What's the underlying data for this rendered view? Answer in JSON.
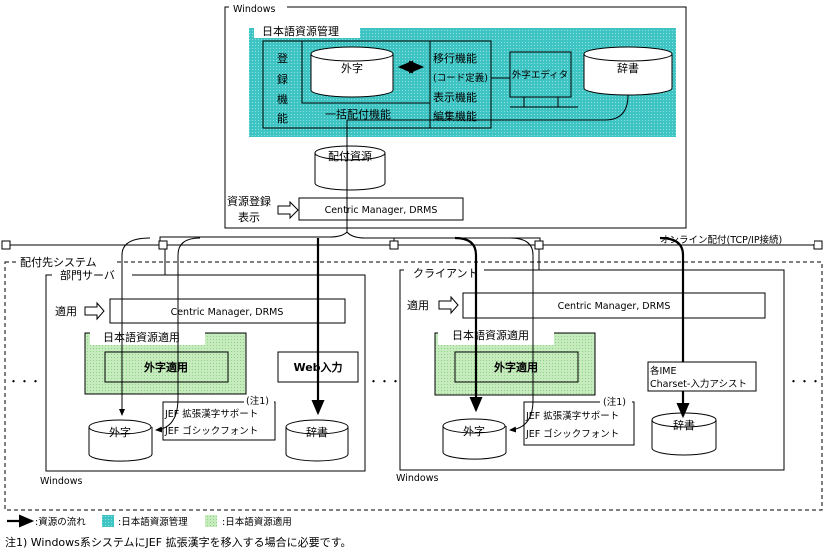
{
  "top": {
    "windows_label": "Windows",
    "mgmt_label": "日本語資源管理",
    "registration": [
      "登",
      "録",
      "機",
      "能"
    ],
    "gaiji": "外字",
    "functions": [
      "移行機能",
      "(コード定義)",
      "表示機能",
      "編集機能"
    ],
    "editor": "外字エディタ",
    "dictionary": "辞書",
    "bulk_distribution": "一括配付機能",
    "dist_resource": "配付資源",
    "register_display": [
      "資源登録",
      "表示"
    ],
    "cm": "Centric Manager, DRMS"
  },
  "network": {
    "label": "オンライン配付(TCP/IP接続)"
  },
  "destination": {
    "label": "配付先システム",
    "ellipsis": "・・・",
    "server": {
      "label": "部門サーバ",
      "apply": "適用",
      "cm": "Centric Manager, DRMS",
      "apply_region": "日本語資源適用",
      "gaiji_apply": "外字適用",
      "web_input": "Web入力",
      "note_mark": "(注1)",
      "jef_lines": [
        "JEF 拡張漢字サポート",
        "JEF ゴシックフォント"
      ],
      "gaiji": "外字",
      "dictionary": "辞書",
      "windows_label": "Windows"
    },
    "client": {
      "label": "クライアント",
      "apply": "適用",
      "cm": "Centric Manager, DRMS",
      "apply_region": "日本語資源適用",
      "gaiji_apply": "外字適用",
      "ime_lines": [
        "各IME",
        "Charset-入力アシスト"
      ],
      "note_mark": "(注1)",
      "jef_lines": [
        "JEF 拡張漢字サポート",
        "JEF ゴシックフォント"
      ],
      "gaiji": "外字",
      "dictionary": "辞書",
      "windows_label": "Windows"
    }
  },
  "legend": {
    "flow": ":資源の流れ",
    "mgmt": ":日本語資源管理",
    "apply": ":日本語資源適用",
    "mgmt_color": "#33c0c0",
    "apply_color": "#b8e6b0"
  },
  "footnote": "注1) Windows系システムにJEF 拡張漢字を移入する場合に必要です。"
}
